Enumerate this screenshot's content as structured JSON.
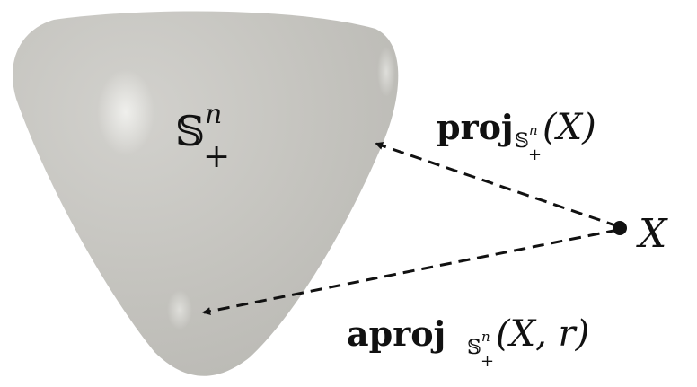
{
  "set": {
    "symbol": "𝕊",
    "superscript": "n",
    "subscript": "+"
  },
  "point": {
    "label": "X"
  },
  "projection": {
    "operator": "proj",
    "subscript_symbol": "𝕊",
    "subscript_superscript": "n",
    "subscript_subscript": "+",
    "argument": "(X)"
  },
  "approx_projection": {
    "operator": "aproj",
    "subscript_symbol": "𝕊",
    "subscript_superscript": "n",
    "subscript_subscript": "+",
    "argument": "(X, r)"
  },
  "colors": {
    "region_fill": "#c8c7c2",
    "region_highlight": "#e9e9e5",
    "arrow": "#111111"
  }
}
